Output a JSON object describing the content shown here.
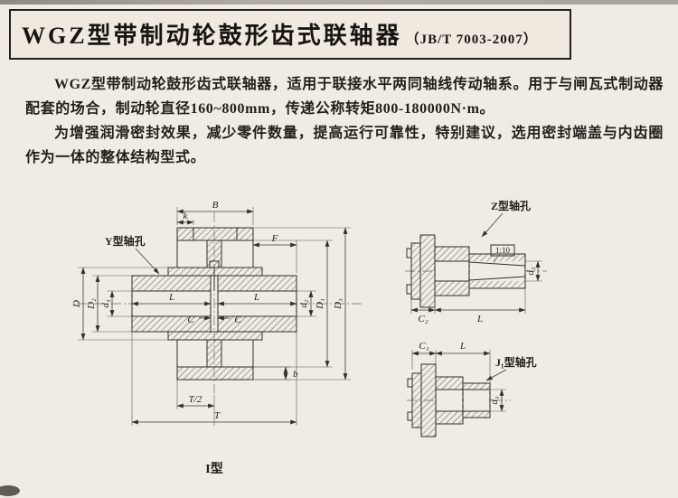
{
  "header": {
    "title": "WGZ型带制动轮鼓形齿式联轴器",
    "standard": "（JB/T 7003-2007）"
  },
  "body": {
    "paragraph1": "WGZ型带制动轮鼓形齿式联轴器，适用于联接水平两同轴线传动轴系。用于与闸瓦式制动器配套的场合，制动轮直径160~800mm，传递公称转矩800-180000N·m。",
    "paragraph2": "为增强润滑密封效果，减少零件数量，提高运行可靠性，特别建议，选用密封端盖与内齿圈作为一体的整体结构型式。"
  },
  "drawing": {
    "main": {
      "caption": "I型",
      "bore_label": "Y型轴孔",
      "dim_B": "B",
      "dim_k": "k",
      "dim_F": "F",
      "dim_D": "D",
      "dim_D2": "D₂",
      "dim_d1": "d₁",
      "dim_d2": "d₂",
      "dim_D1": "D₁",
      "dim_D3": "D₃",
      "dim_L_left": "L",
      "dim_L_right": "L",
      "dim_C_left": "C",
      "dim_C_right": "C",
      "dim_T_half": "T/2",
      "dim_T": "T",
      "dim_b": "b"
    },
    "z_view": {
      "title": "Z型轴孔",
      "taper": "1:10",
      "dim_C2": "C₂",
      "dim_L": "L",
      "dim_d2": "d₂"
    },
    "j_view": {
      "title": "J₁型轴孔",
      "dim_C1": "C₁",
      "dim_L": "L",
      "dim_d1": "d₁"
    }
  },
  "colors": {
    "paper": "#f1ece3",
    "ink": "#201d19",
    "border": "#23211e"
  }
}
